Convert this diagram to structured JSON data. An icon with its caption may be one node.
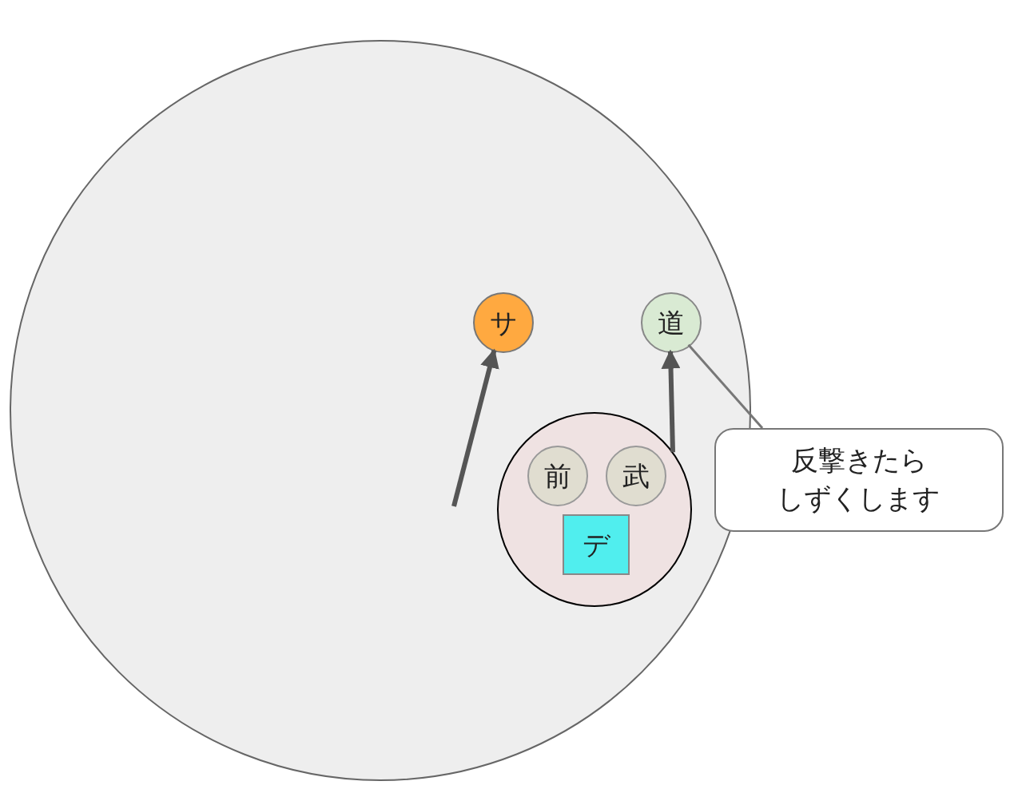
{
  "diagram": {
    "nodes": [
      {
        "text": [],
        "shape": "circle"
      },
      {
        "text": [
          "サ"
        ],
        "in": 0
      },
      {
        "text": [
          "道"
        ],
        "in": 0
      },
      {
        "text": [],
        "shape": "circle",
        "in": 0
      },
      {
        "text": [
          "前"
        ],
        "in": 3
      },
      {
        "text": [
          "武"
        ],
        "in": 3
      },
      {
        "text": [
          "デ"
        ],
        "in": 3
      },
      {
        "text": [
          "反撃きたらしずくします"
        ]
      }
    ],
    "edges": [
      {
        "from": null,
        "to": 1,
        "arrow": "to"
      },
      {
        "from": 3,
        "to": 2,
        "arrow": "to"
      },
      {
        "from": 7,
        "to": 2,
        "arrow": "none"
      }
    ]
  }
}
